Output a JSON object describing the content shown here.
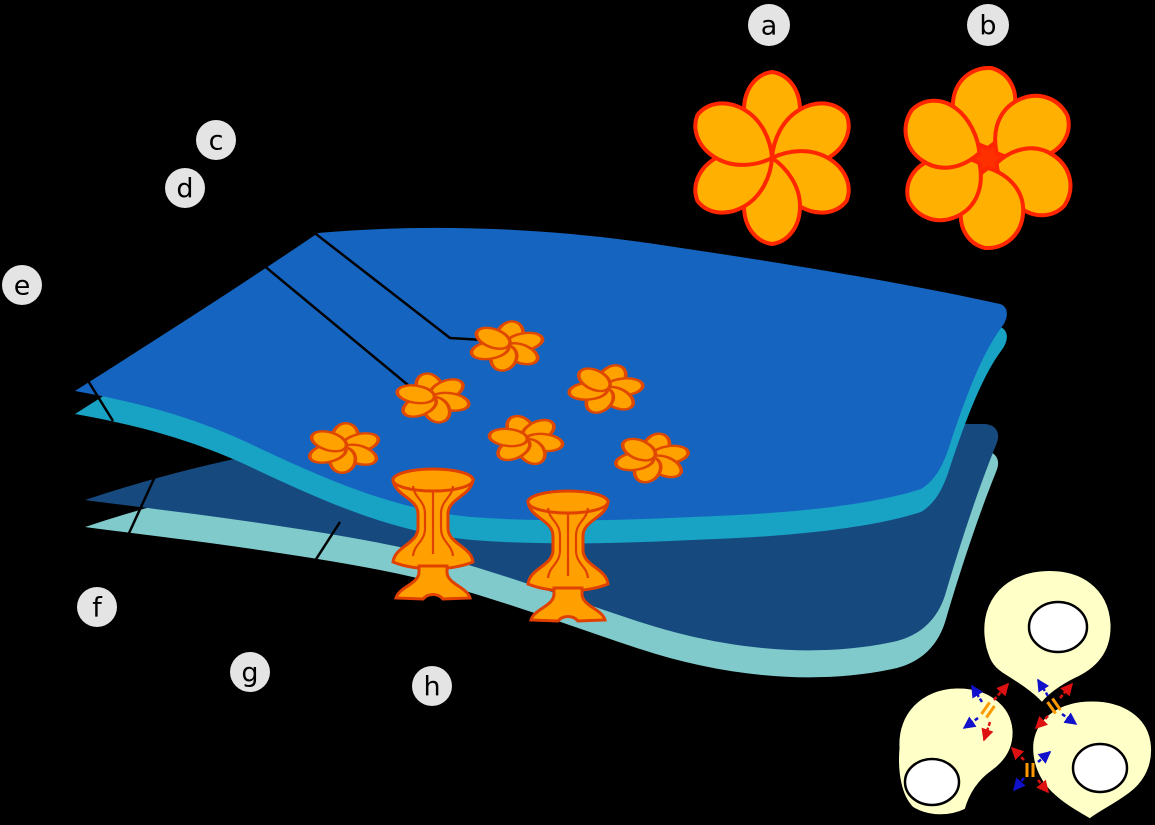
{
  "labels": {
    "a": "a",
    "b": "b",
    "c": "c",
    "d": "d",
    "e": "e",
    "f": "f",
    "g": "g",
    "h": "h"
  },
  "colors": {
    "background": "#000000",
    "label_circle": "#e4e4e4",
    "label_text": "#000000",
    "membrane_top_fill": "#1565c0",
    "membrane_top_edge": "#18a2c4",
    "membrane_bottom_fill": "#16497e",
    "membrane_bottom_edge": "#80cacb",
    "connexon_fill": "#ffa200",
    "connexon_stroke": "#e04800",
    "channel_fill": "#ffa000",
    "channel_stroke": "#e04000",
    "rosette_fill": "#ffb000",
    "rosette_stroke": "#ff2600",
    "rosette_center": "#ff3000",
    "cell_fill": "#ffffc8",
    "cell_stroke": "#000000",
    "nucleus_fill": "#ffffff",
    "arrow_red": "#dd1111",
    "arrow_blue": "#1111cc",
    "leader_line": "#000000"
  }
}
